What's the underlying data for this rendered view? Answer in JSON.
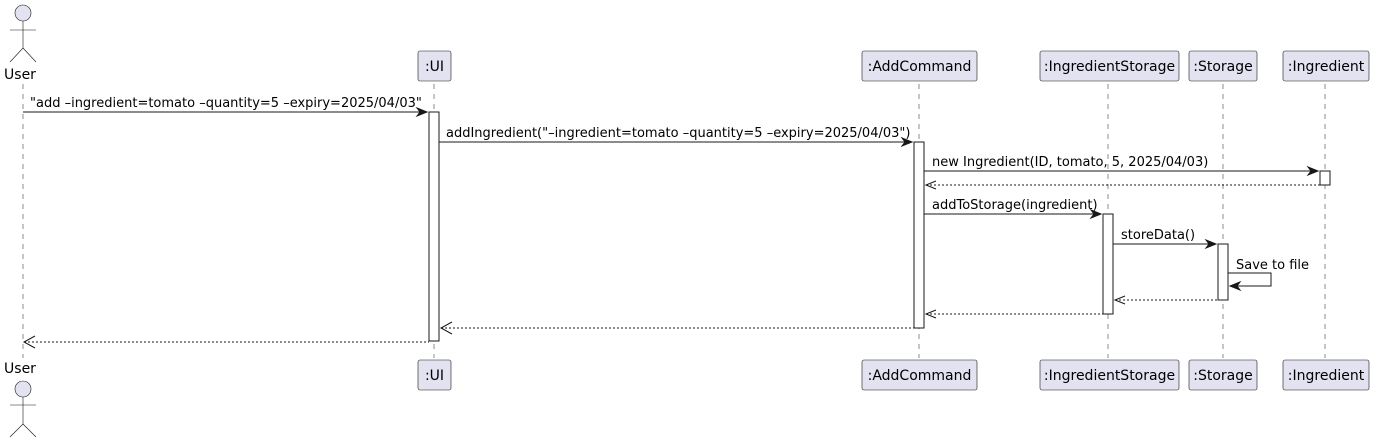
{
  "actor": {
    "label": "User"
  },
  "participants": [
    {
      "id": "ui",
      "label": ":UI"
    },
    {
      "id": "addcommand",
      "label": ":AddCommand"
    },
    {
      "id": "ingredientstorage",
      "label": ":IngredientStorage"
    },
    {
      "id": "storage",
      "label": ":Storage"
    },
    {
      "id": "ingredient",
      "label": ":Ingredient"
    }
  ],
  "messages": [
    {
      "id": "m1",
      "from": "user",
      "to": "ui",
      "label": "\"add –ingredient=tomato –quantity=5 –expiry=2025/04/03\"",
      "kind": "sync"
    },
    {
      "id": "m2",
      "from": "ui",
      "to": "addcommand",
      "label": "addIngredient(\"–ingredient=tomato –quantity=5 –expiry=2025/04/03\")",
      "kind": "sync"
    },
    {
      "id": "m3",
      "from": "addcommand",
      "to": "ingredient",
      "label": "new Ingredient(ID, tomato, 5, 2025/04/03)",
      "kind": "sync"
    },
    {
      "id": "m4",
      "from": "ingredient",
      "to": "addcommand",
      "label": "",
      "kind": "return"
    },
    {
      "id": "m5",
      "from": "addcommand",
      "to": "ingredientstorage",
      "label": "addToStorage(ingredient)",
      "kind": "sync"
    },
    {
      "id": "m6",
      "from": "ingredientstorage",
      "to": "storage",
      "label": "storeData()",
      "kind": "sync"
    },
    {
      "id": "m7",
      "from": "storage",
      "to": "storage",
      "label": "Save to file",
      "kind": "self"
    },
    {
      "id": "m8",
      "from": "storage",
      "to": "ingredientstorage",
      "label": "",
      "kind": "return"
    },
    {
      "id": "m9",
      "from": "ingredientstorage",
      "to": "addcommand",
      "label": "",
      "kind": "return"
    },
    {
      "id": "m10",
      "from": "addcommand",
      "to": "ui",
      "label": "",
      "kind": "return-open"
    },
    {
      "id": "m11",
      "from": "ui",
      "to": "user",
      "label": "",
      "kind": "return-open"
    }
  ]
}
